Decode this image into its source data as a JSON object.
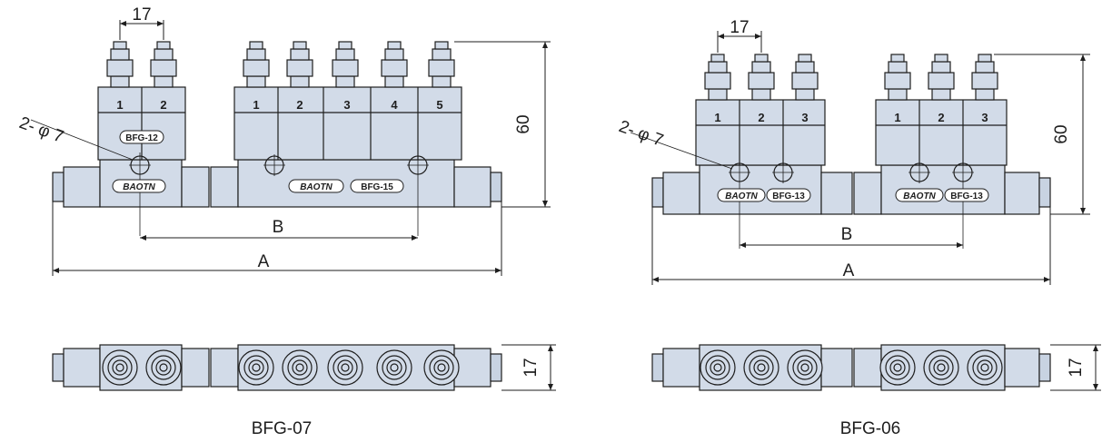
{
  "figures": [
    {
      "caption": "BFG-07",
      "pitch": "17",
      "height": "60",
      "hole": "2- φ 7",
      "dim_a": "A",
      "dim_b": "B",
      "thickness": "17",
      "blocks": [
        {
          "ports": [
            "1",
            "2"
          ],
          "model": "BFG-12",
          "brand": "BAOTN"
        },
        {
          "ports": [
            "1",
            "2",
            "3",
            "4",
            "5"
          ],
          "model": "BFG-15",
          "brand": "BAOTN"
        }
      ]
    },
    {
      "caption": "BFG-06",
      "pitch": "17",
      "height": "60",
      "hole": "2- φ 7",
      "dim_a": "A",
      "dim_b": "B",
      "thickness": "17",
      "blocks": [
        {
          "ports": [
            "1",
            "2",
            "3"
          ],
          "model": "BFG-13",
          "brand": "BAOTN"
        },
        {
          "ports": [
            "1",
            "2",
            "3"
          ],
          "model": "BFG-13",
          "brand": "BAOTN"
        }
      ]
    }
  ],
  "colors": {
    "fill": "#d2dbe8",
    "line": "#1e1e1e"
  }
}
